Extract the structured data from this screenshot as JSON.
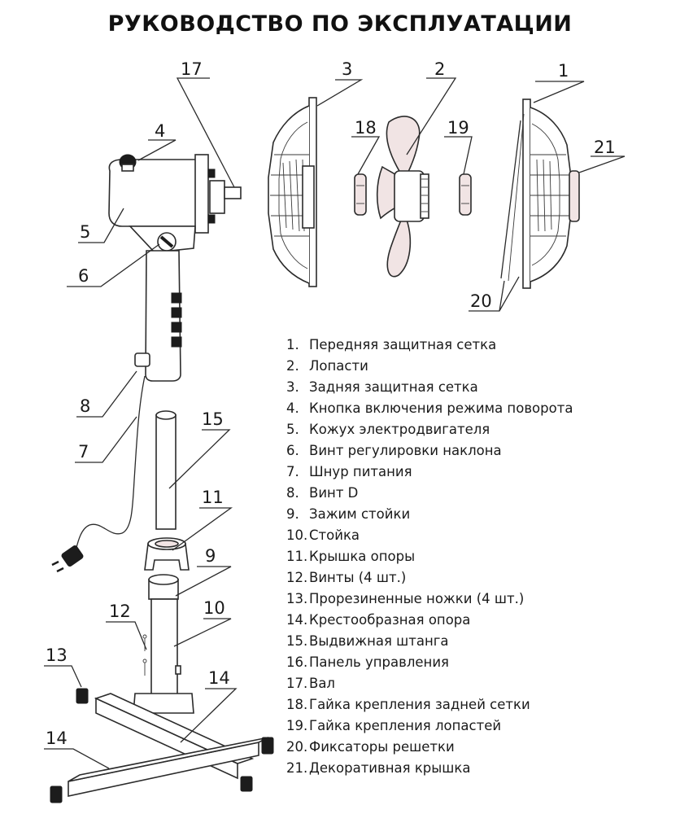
{
  "title": "РУКОВОДСТВО ПО ЭКСПЛУАТАЦИИ",
  "callouts": {
    "c1": "1",
    "c2": "2",
    "c3": "3",
    "c4": "4",
    "c5": "5",
    "c6": "6",
    "c7": "7",
    "c8": "8",
    "c9": "9",
    "c10": "10",
    "c11": "11",
    "c12": "12",
    "c13": "13",
    "c14a": "14",
    "c14b": "14",
    "c15": "15",
    "c17": "17",
    "c18": "18",
    "c19": "19",
    "c20": "20",
    "c21": "21"
  },
  "parts": [
    {
      "num": "1.",
      "label": "Передняя защитная сетка"
    },
    {
      "num": "2.",
      "label": "Лопасти"
    },
    {
      "num": "3.",
      "label": "Задняя защитная сетка"
    },
    {
      "num": "4.",
      "label": "Кнопка включения режима поворота"
    },
    {
      "num": "5.",
      "label": "Кожух электродвигателя"
    },
    {
      "num": "6.",
      "label": "Винт регулировки наклона"
    },
    {
      "num": "7.",
      "label": "Шнур питания"
    },
    {
      "num": "8.",
      "label": "Винт D"
    },
    {
      "num": "9.",
      "label": "Зажим стойки"
    },
    {
      "num": "10.",
      "label": "Стойка"
    },
    {
      "num": "11.",
      "label": "Крышка опоры"
    },
    {
      "num": "12.",
      "label": "Винты (4 шт.)"
    },
    {
      "num": "13.",
      "label": "Прорезиненные ножки (4 шт.)"
    },
    {
      "num": "14.",
      "label": "Крестообразная опора"
    },
    {
      "num": "15.",
      "label": "Выдвижная штанга"
    },
    {
      "num": "16.",
      "label": "Панель управления"
    },
    {
      "num": "17.",
      "label": "Вал"
    },
    {
      "num": "18.",
      "label": "Гайка крепления задней сетки"
    },
    {
      "num": "19.",
      "label": "Гайка крепления лопастей"
    },
    {
      "num": "20.",
      "label": "Фиксаторы решетки"
    },
    {
      "num": "21.",
      "label": "Декоративная крышка"
    }
  ]
}
